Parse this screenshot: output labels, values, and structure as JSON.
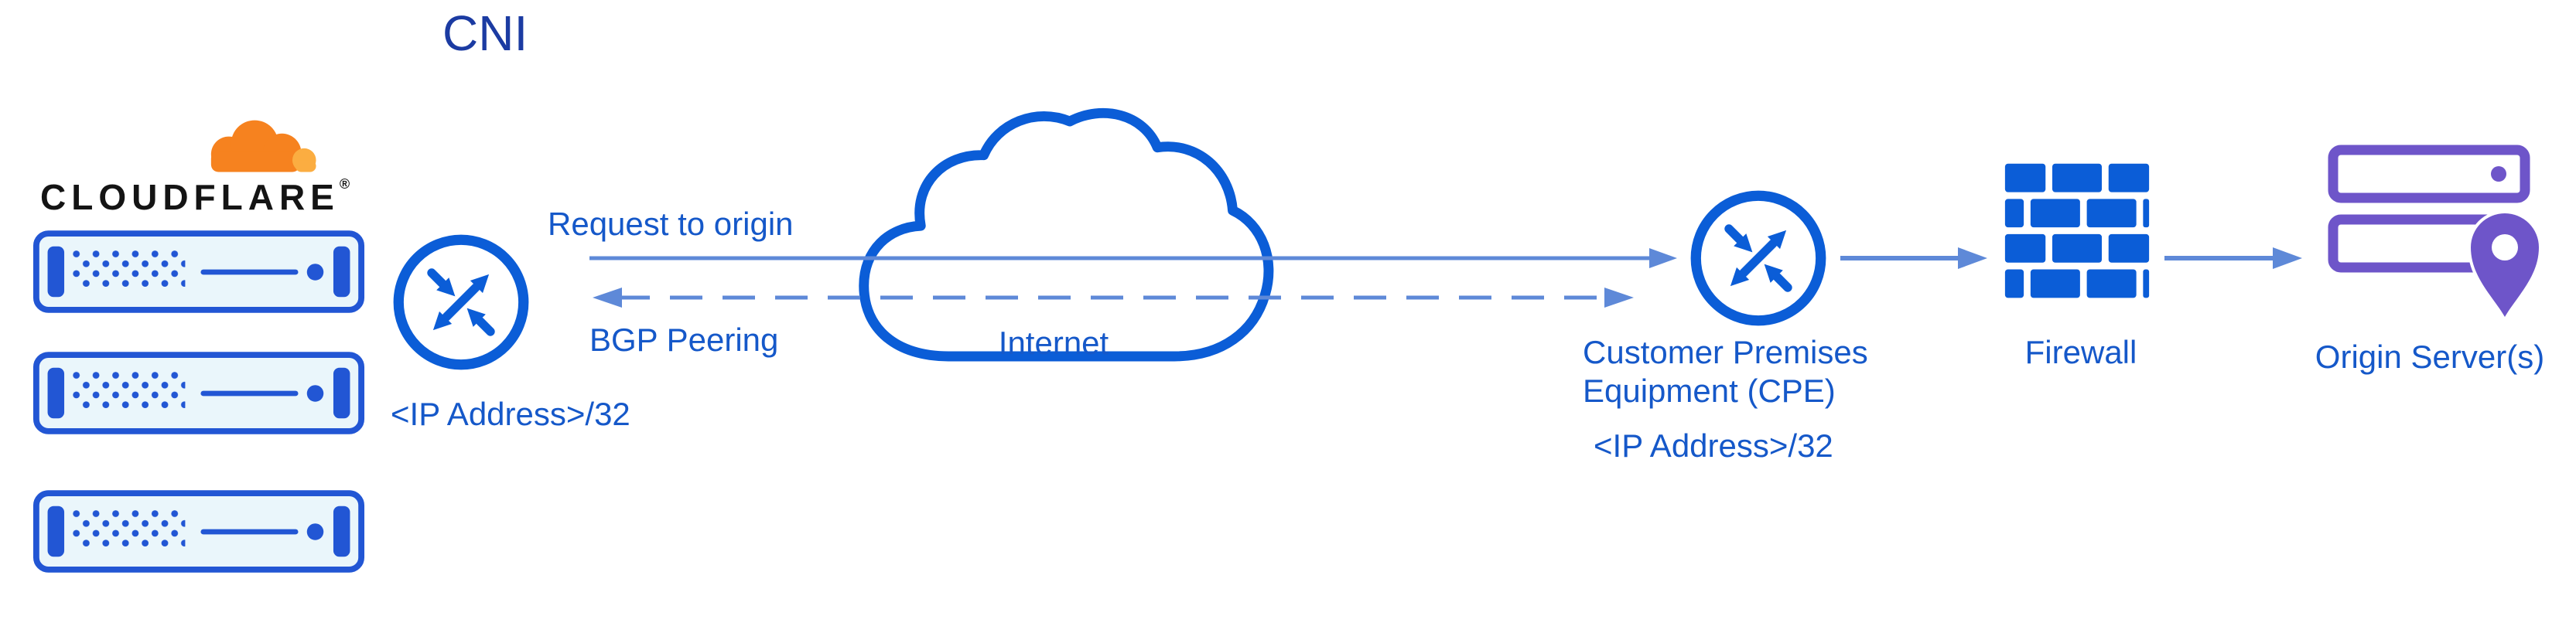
{
  "title": "CNI",
  "brand": {
    "wordmark": "CLOUDFLARE",
    "trademark": "®"
  },
  "nodes": {
    "edge_router": {
      "ip": "<IP Address>/32"
    },
    "internet": {
      "label": "Internet"
    },
    "cpe": {
      "line1": "Customer Premises",
      "line2": "Equipment (CPE)",
      "ip": "<IP Address>/32"
    },
    "firewall": {
      "label": "Firewall"
    },
    "origin": {
      "label": "Origin Server(s)"
    }
  },
  "links": {
    "request": {
      "label": "Request to origin"
    },
    "bgp": {
      "label": "BGP Peering"
    }
  },
  "colors": {
    "icon_blue": "#0b5dd7",
    "arrow_blue": "#5e89d8",
    "label_blue": "#1558c9",
    "title_blue": "#1b3ba2",
    "server_blue": "#2256d4",
    "server_bg": "#eaf6fb",
    "cf_orange": "#f6821f",
    "cf_orange_light": "#fbad41",
    "origin_purple": "#6e55c9",
    "wordmark_black": "#141414"
  }
}
